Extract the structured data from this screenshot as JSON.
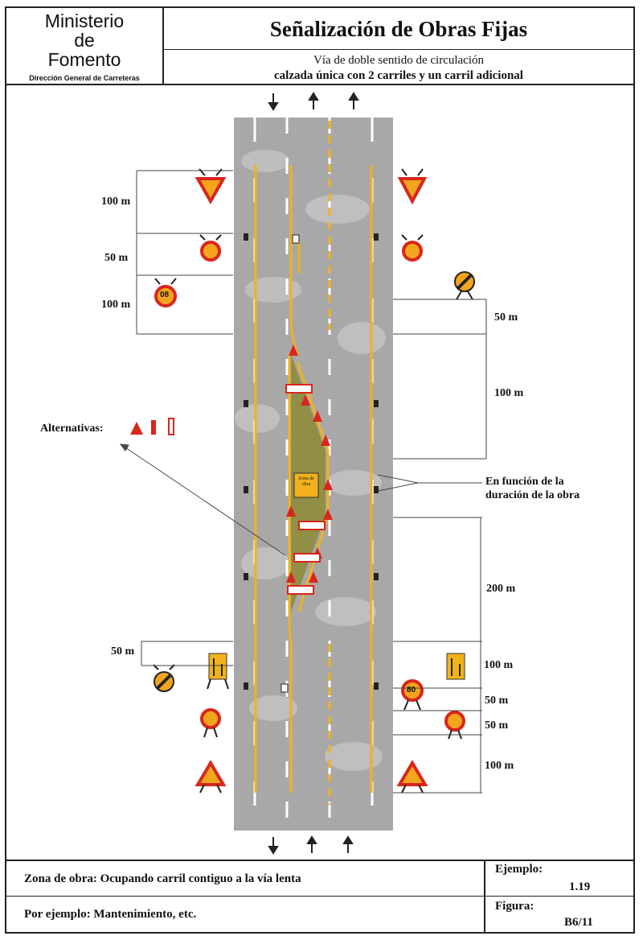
{
  "header": {
    "ministry_line1": "Ministerio",
    "ministry_line2": "de",
    "ministry_line3": "Fomento",
    "ministry_sub": "Dirección General de Carreteras",
    "title": "Señalización de Obras Fijas",
    "subtitle_line1": "Vía de doble sentido de circulación",
    "subtitle_line2": "calzada única con 2 carriles y un carril adicional"
  },
  "diagram": {
    "work_zone_label": "Zona de obra",
    "alternatives_label": "Alternativas:",
    "duration_note_line1": "En función de la",
    "duration_note_line2": "duración de la obra",
    "speed_limit_top_left": "08",
    "speed_limit_right": "80",
    "distances_left": [
      "100 m",
      "50 m",
      "100 m",
      "50 m"
    ],
    "distances_right": [
      "50 m",
      "100 m",
      "200 m",
      "100 m",
      "50 m",
      "50 m",
      "100 m"
    ]
  },
  "footer": {
    "work_zone_desc": "Zona de obra: Ocupando carril contiguo a la vía lenta",
    "example_desc": "Por ejemplo: Mantenimiento, etc.",
    "ejemplo_label": "Ejemplo:",
    "ejemplo_value": "1.19",
    "figura_label": "Figura:",
    "figura_value": "B6/11"
  },
  "colors": {
    "road": "#a9a9a9",
    "line_yellow": "#f2b21c",
    "sign_red": "#d9261c",
    "sign_orange": "#f2a51c",
    "zone_fill": "#8e8b3a"
  }
}
